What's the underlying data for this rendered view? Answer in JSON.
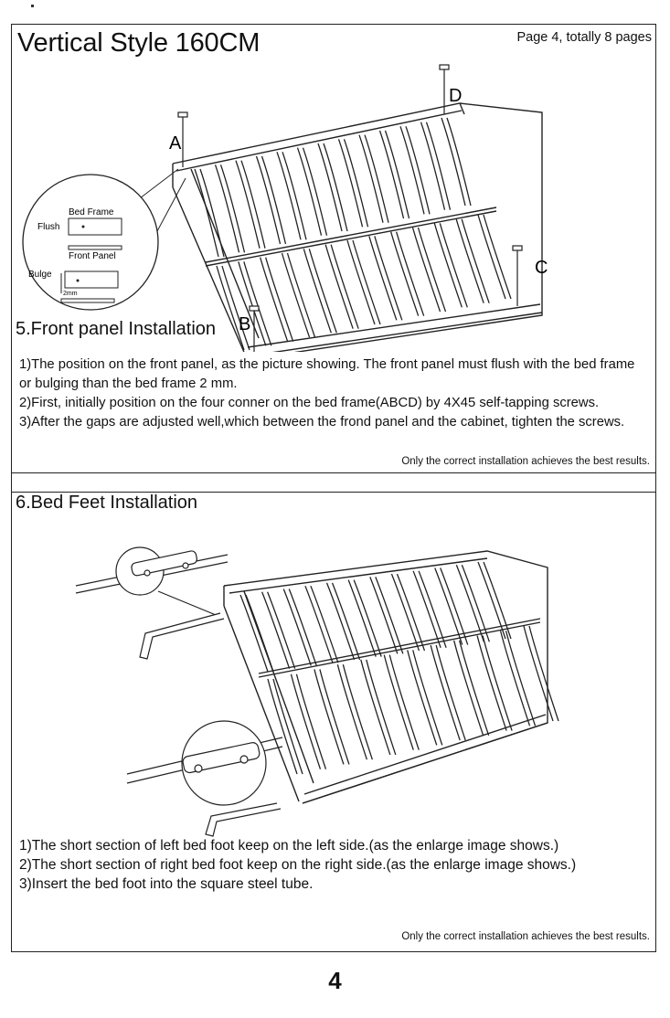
{
  "header": {
    "title": "Vertical Style 160CM",
    "page_info": "Page 4, totally 8 pages"
  },
  "section5": {
    "heading": "5.Front panel Installation",
    "callout": {
      "bed_frame": "Bed Frame",
      "flush": "Flush",
      "front_panel": "Front Panel",
      "bulge": "Bulge",
      "gap": "2mm"
    },
    "points": [
      "A",
      "B",
      "C",
      "D"
    ],
    "steps": [
      "1)The position on the front panel, as the picture showing. The front panel must flush with the bed frame or bulging than the bed frame 2 mm.",
      "2)First, initially position on the four conner on the bed frame(ABCD) by 4X45 self-tapping screws.",
      "3)After the gaps are adjusted well,which between the frond panel and the cabinet, tighten the screws."
    ],
    "note": "Only the correct installation achieves the best results."
  },
  "section6": {
    "heading": "6.Bed Feet Installation",
    "steps": [
      "1)The short section of left bed foot keep on the left side.(as the enlarge image shows.)",
      "2)The short section of right bed foot keep on the right side.(as the enlarge image shows.)",
      "3)Insert the bed foot into the square steel tube."
    ],
    "note": "Only the correct installation achieves the best results."
  },
  "footer": {
    "page_number": "4"
  }
}
